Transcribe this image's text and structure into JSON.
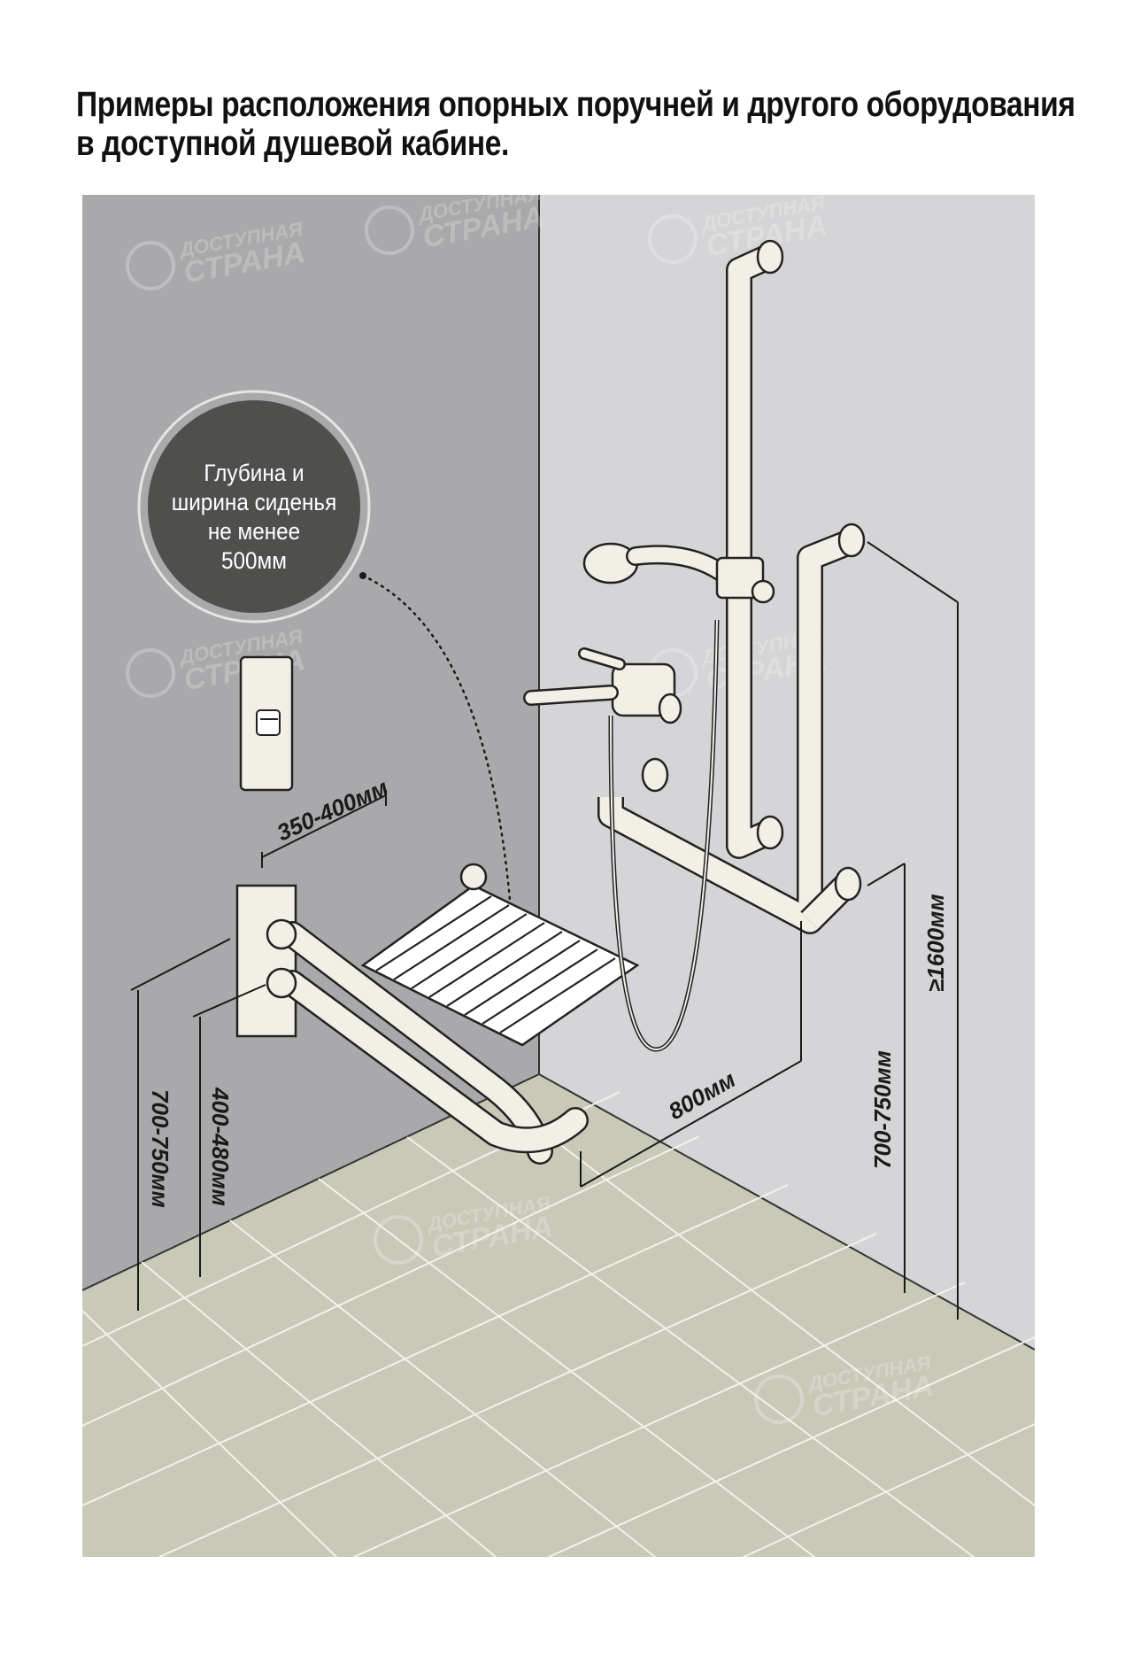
{
  "title": {
    "line1": "Примеры расположения опорных поручней и другого оборудования",
    "line2": "в доступной душевой кабине."
  },
  "callout": {
    "line1": "Глубина и",
    "line2": "ширина сиденья",
    "line3": "не менее",
    "line4": "500мм"
  },
  "dimensions": {
    "seat_offset": "350-400мм",
    "rail_height_left": "700-750мм",
    "seat_height": "400-480мм",
    "shower_width": "800мм",
    "rail_height_right": "700-750мм",
    "vertical_rail_top": "≥1600мм"
  },
  "watermark": {
    "line1": "ДОСТУПНАЯ",
    "line2": "СТРАНА"
  },
  "colors": {
    "left_wall": "#a9a9ab",
    "right_wall": "#d4d4d6",
    "floor": "#c9c9b8",
    "rail": "#f1efe6",
    "outline": "#222222",
    "callout_bg": "#4f4f4d"
  }
}
